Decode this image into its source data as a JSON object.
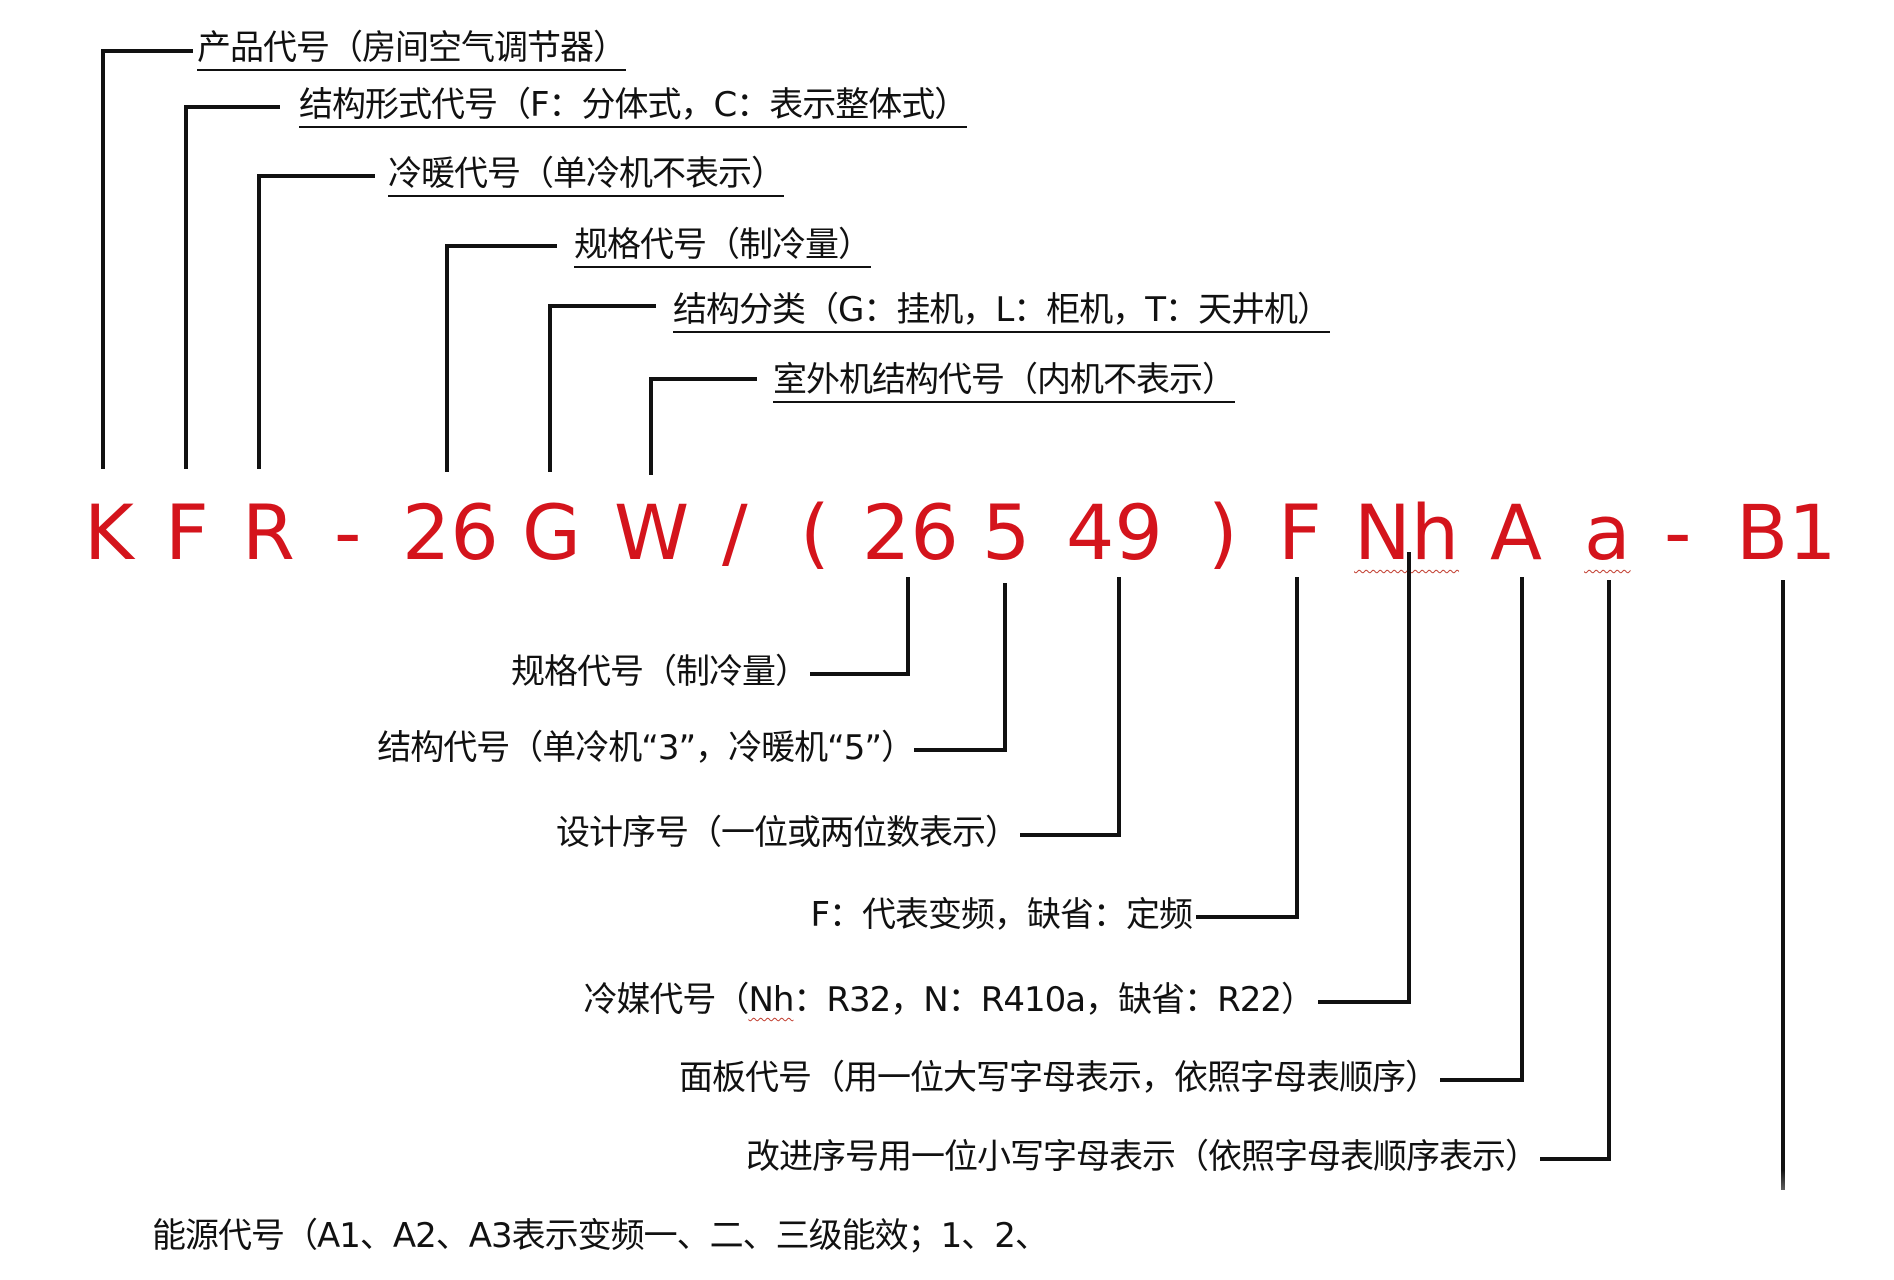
{
  "diagram": {
    "model_code": {
      "color": "#d4141c",
      "segments": [
        "K",
        "F",
        "R",
        "-",
        "26",
        "G",
        "W",
        "/",
        "(",
        "26",
        "5",
        "49",
        ")",
        "F",
        "Nh",
        "A",
        "a",
        "-",
        "B1"
      ]
    },
    "top_annotations": [
      {
        "target": "K",
        "label": "产品代号（房间空气调节器）"
      },
      {
        "target": "F",
        "label": "结构形式代号（F：分体式，C：表示整体式）"
      },
      {
        "target": "R",
        "label": "冷暖代号（单冷机不表示）"
      },
      {
        "target": "26",
        "label": "规格代号（制冷量）"
      },
      {
        "target": "G",
        "label": "结构分类（G：挂机，L：柜机，T：天井机）"
      },
      {
        "target": "W",
        "label": "室外机结构代号（内机不表示）"
      }
    ],
    "bottom_annotations": [
      {
        "target": "26",
        "label": "规格代号（制冷量）"
      },
      {
        "target": "5",
        "label": "结构代号（单冷机“3”，冷暖机“5”）"
      },
      {
        "target": "49",
        "label": "设计序号（一位或两位数表示）"
      },
      {
        "target": "F",
        "label": "F：代表变频，缺省：定频"
      },
      {
        "target": "Nh",
        "label_prefix": "冷媒代号（",
        "label_mark": "Nh",
        "label_suffix": "：R32，N：R410a，缺省：R22）"
      },
      {
        "target": "A",
        "label": "面板代号（用一位大写字母表示，依照字母表顺序）"
      },
      {
        "target": "a",
        "label": "改进序号用一位小写字母表示（依照字母表顺序表示）"
      },
      {
        "target": "B1",
        "label": "能源代号（A1、A2、A3表示变频一、二、三级能效；1、2、"
      }
    ]
  }
}
